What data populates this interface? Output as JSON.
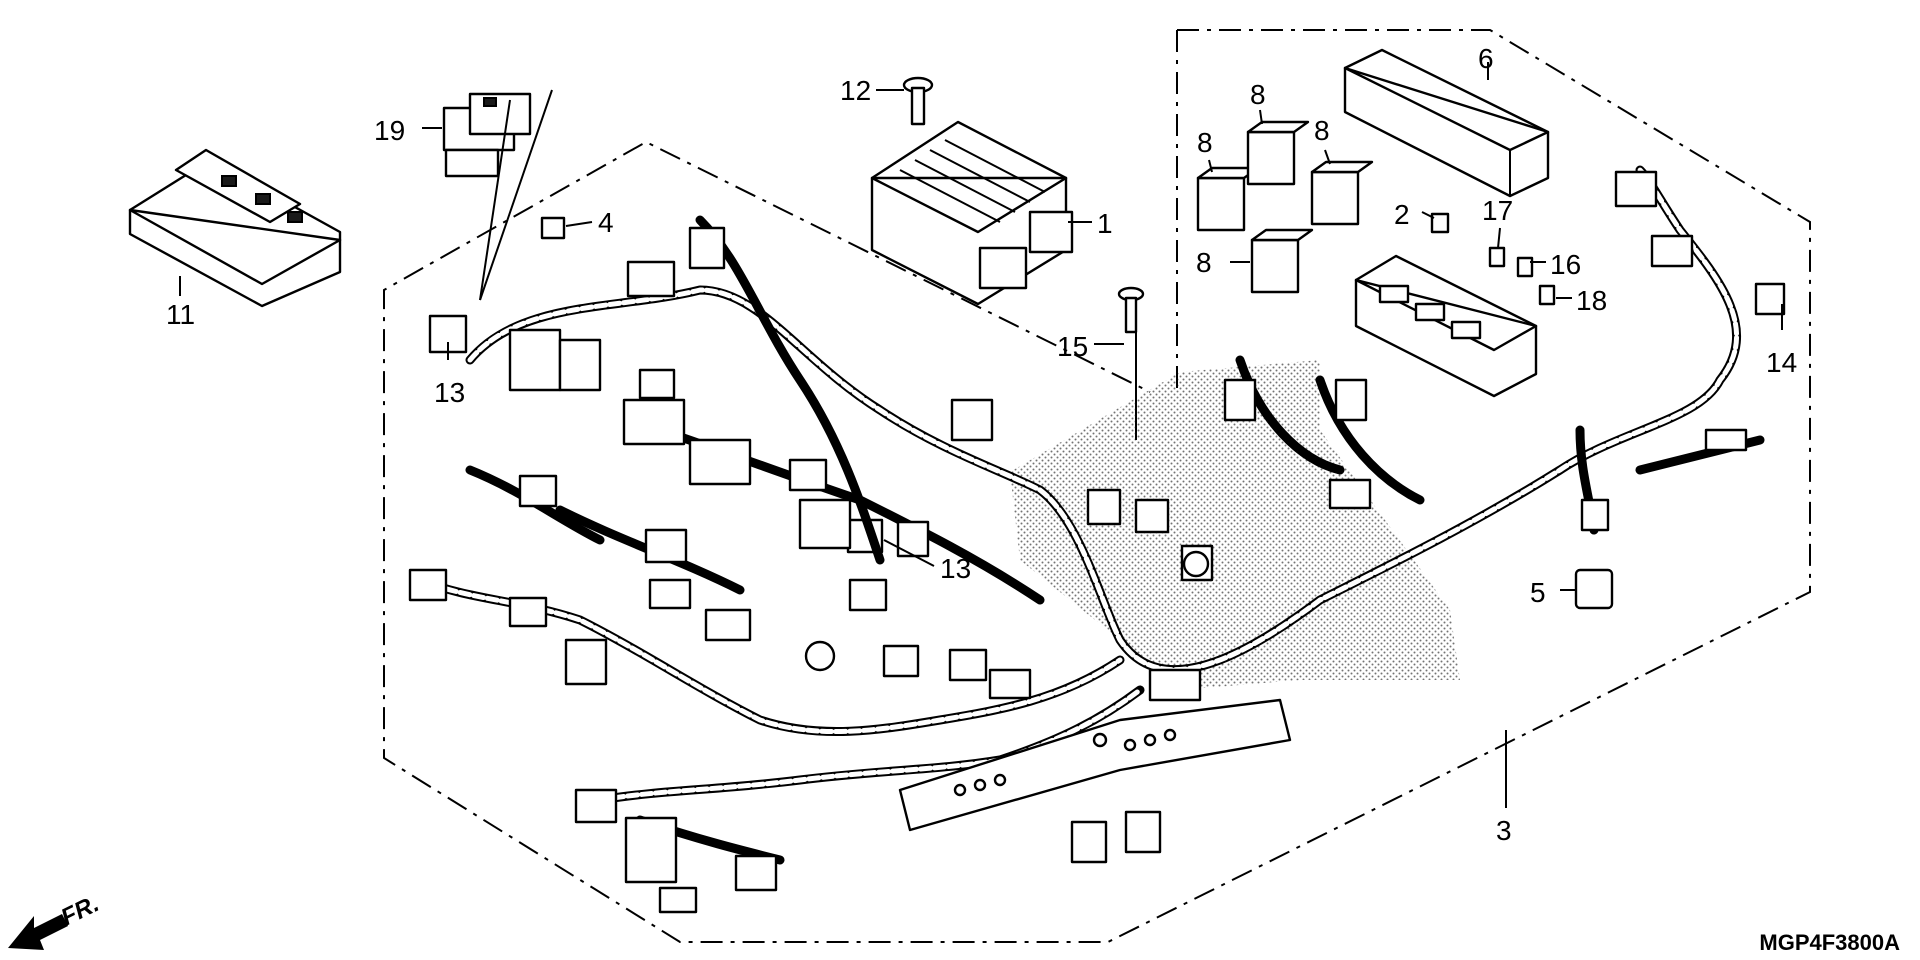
{
  "diagram": {
    "code": "MGP4F3800A",
    "direction_label": "FR.",
    "callouts": [
      {
        "id": "c1",
        "text": "1"
      },
      {
        "id": "c2",
        "text": "2"
      },
      {
        "id": "c3",
        "text": "3"
      },
      {
        "id": "c4",
        "text": "4"
      },
      {
        "id": "c5",
        "text": "5"
      },
      {
        "id": "c6",
        "text": "6"
      },
      {
        "id": "c8a",
        "text": "8"
      },
      {
        "id": "c8b",
        "text": "8"
      },
      {
        "id": "c8c",
        "text": "8"
      },
      {
        "id": "c8d",
        "text": "8"
      },
      {
        "id": "c11",
        "text": "11"
      },
      {
        "id": "c12",
        "text": "12"
      },
      {
        "id": "c13a",
        "text": "13"
      },
      {
        "id": "c13b",
        "text": "13"
      },
      {
        "id": "c14",
        "text": "14"
      },
      {
        "id": "c15",
        "text": "15"
      },
      {
        "id": "c16",
        "text": "16"
      },
      {
        "id": "c17",
        "text": "17"
      },
      {
        "id": "c18",
        "text": "18"
      },
      {
        "id": "c19",
        "text": "19"
      }
    ]
  }
}
